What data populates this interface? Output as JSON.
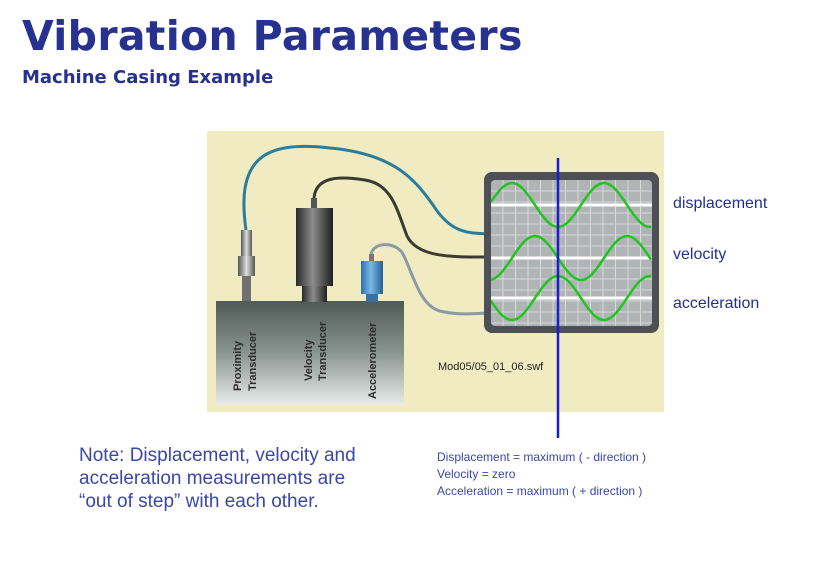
{
  "header": {
    "title": "Vibration Parameters",
    "subtitle": "Machine Casing Example"
  },
  "diagram": {
    "file_caption": "Mod05/05_01_06.swf",
    "transducers": [
      {
        "label_line1": "Proximity",
        "label_line2": "Transducer"
      },
      {
        "label_line1": "Velocity",
        "label_line2": "Transducer"
      },
      {
        "label_line1": "Accelerometer",
        "label_line2": ""
      }
    ],
    "trace_labels": [
      "displacement",
      "velocity",
      "acceleration"
    ],
    "colors": {
      "background_panel": "#f1ebc1",
      "wave": "#22c41f",
      "cursor": "#1c1ccf",
      "scope_bezel": "#4d5055",
      "scope_screen": "#b0b4b5",
      "proximity_cable": "#2a7d9b",
      "velocity_cable": "#3a3a35",
      "accel_cable": "#8a9aa6"
    }
  },
  "note": {
    "line1": "Note: Displacement, velocity and",
    "line2": "acceleration measurements are",
    "line3": "“out of step” with each other."
  },
  "status": {
    "line1": "Displacement = maximum ( - direction )",
    "line2": "Velocity = zero",
    "line3": "Acceleration = maximum ( + direction )"
  }
}
